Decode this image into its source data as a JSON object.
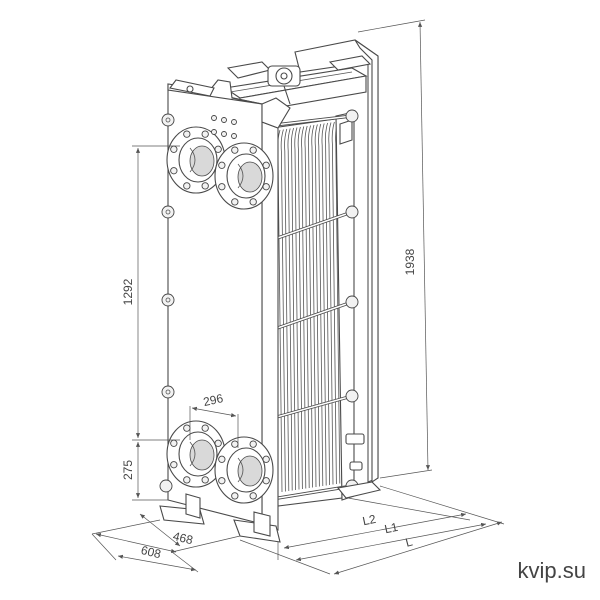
{
  "dimensions": {
    "height_total": "1938",
    "port_vertical_distance": "1292",
    "port_horizontal_distance": "296",
    "bottom_port_height": "275",
    "foot_depth_outer": "608",
    "foot_depth_inner": "468",
    "length_l2": "L2",
    "length_l1": "L1",
    "length_l": "L"
  },
  "watermark": "kvip.su"
}
